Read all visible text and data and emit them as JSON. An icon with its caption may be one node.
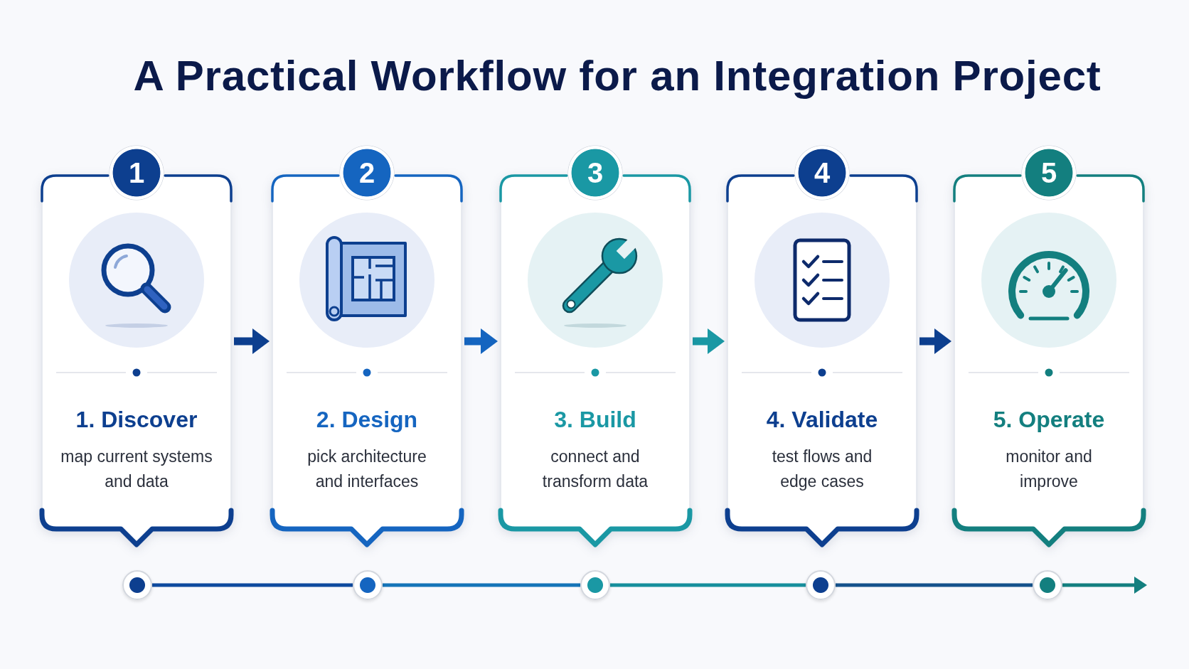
{
  "diagram": {
    "title": "A Practical Workflow for an Integration Project",
    "nodes": [
      {
        "text": [
          "1",
          "1. Discover",
          "map current systems and data"
        ]
      },
      {
        "text": [
          "2",
          "2. Design",
          "pick architecture and interfaces"
        ]
      },
      {
        "text": [
          "3",
          "3. Build",
          "connect and transform data"
        ]
      },
      {
        "text": [
          "4",
          "4. Validate",
          "test flows and edge cases"
        ]
      },
      {
        "text": [
          "5",
          "5. Operate",
          "monitor and improve"
        ]
      },
      {
        "text": [],
        "shape": "circle"
      },
      {
        "text": [],
        "shape": "circle"
      },
      {
        "text": [],
        "shape": "circle"
      },
      {
        "text": [],
        "shape": "circle"
      },
      {
        "text": [],
        "shape": "circle"
      }
    ],
    "edges": [
      {
        "from": 0,
        "to": 1,
        "arrow": "to",
        "style": "thick",
        "color": "#0d3f8f"
      },
      {
        "from": 1,
        "to": 2,
        "arrow": "to",
        "style": "thick",
        "color": "#1565c0"
      },
      {
        "from": 2,
        "to": 3,
        "arrow": "to",
        "style": "thick",
        "color": "#1a98a4"
      },
      {
        "from": 3,
        "to": 4,
        "arrow": "to",
        "style": "thick",
        "color": "#0d3f8f"
      },
      {
        "from": 5,
        "to": 6,
        "arrow": "none",
        "color": "#0e4a9e"
      },
      {
        "from": 6,
        "to": 7,
        "arrow": "none",
        "color": "#1574b8"
      },
      {
        "from": 7,
        "to": 8,
        "arrow": "none",
        "color": "#178f9c"
      },
      {
        "from": 8,
        "to": 9,
        "arrow": "none",
        "color": "#15528c"
      },
      {
        "from": 9,
        "to": null,
        "arrow": "to",
        "color": "#137f7f"
      }
    ]
  }
}
